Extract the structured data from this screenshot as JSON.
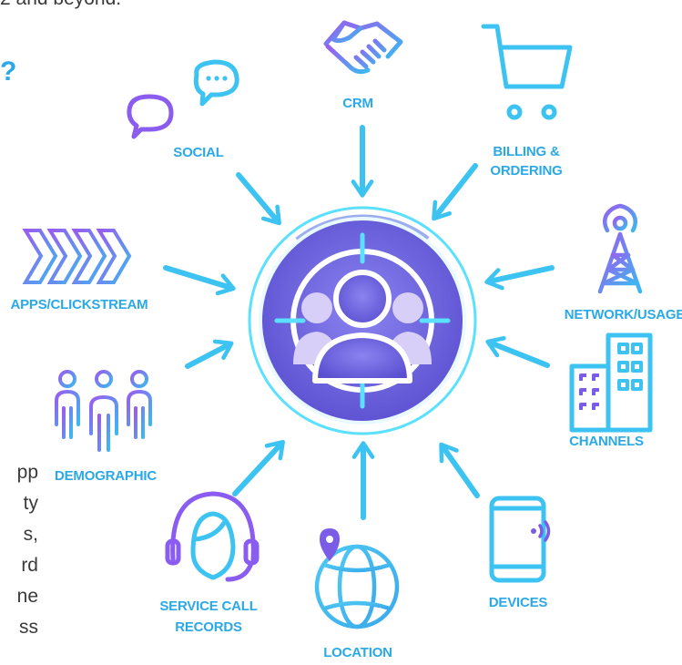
{
  "text_fragments": {
    "top": "2 and beyond.",
    "question": "?",
    "left_column": [
      "pp",
      "ty",
      "s,",
      "rd",
      "ne",
      "ss"
    ]
  },
  "hub": {
    "name": "customer-profile"
  },
  "sources": [
    {
      "id": "crm",
      "lines": [
        "CRM"
      ],
      "icon": "handshake-icon"
    },
    {
      "id": "billing",
      "lines": [
        "BILLING &",
        "ORDERING"
      ],
      "icon": "shopping-cart-icon"
    },
    {
      "id": "network",
      "lines": [
        "NETWORK/USAGE"
      ],
      "icon": "cell-tower-icon"
    },
    {
      "id": "channels",
      "lines": [
        "CHANNELS"
      ],
      "icon": "building-icon"
    },
    {
      "id": "devices",
      "lines": [
        "DEVICES"
      ],
      "icon": "smartphone-icon"
    },
    {
      "id": "location",
      "lines": [
        "LOCATION"
      ],
      "icon": "globe-pin-icon"
    },
    {
      "id": "service",
      "lines": [
        "SERVICE CALL",
        "RECORDS"
      ],
      "icon": "headset-agent-icon"
    },
    {
      "id": "demographic",
      "lines": [
        "DEMOGRAPHIC"
      ],
      "icon": "people-group-icon"
    },
    {
      "id": "apps",
      "lines": [
        "APPS/CLICKSTREAM"
      ],
      "icon": "chevrons-icon"
    },
    {
      "id": "social",
      "lines": [
        "SOCIAL"
      ],
      "icon": "speech-bubbles-icon"
    }
  ],
  "colors": {
    "accent": "#2aa9e6",
    "icon_cyan": "#3cc3f2",
    "icon_purple": "#7b5ce6",
    "hub_fill": "#6a63d8",
    "hub_ring": "#5be0ff",
    "text": "#3a3a3a"
  }
}
